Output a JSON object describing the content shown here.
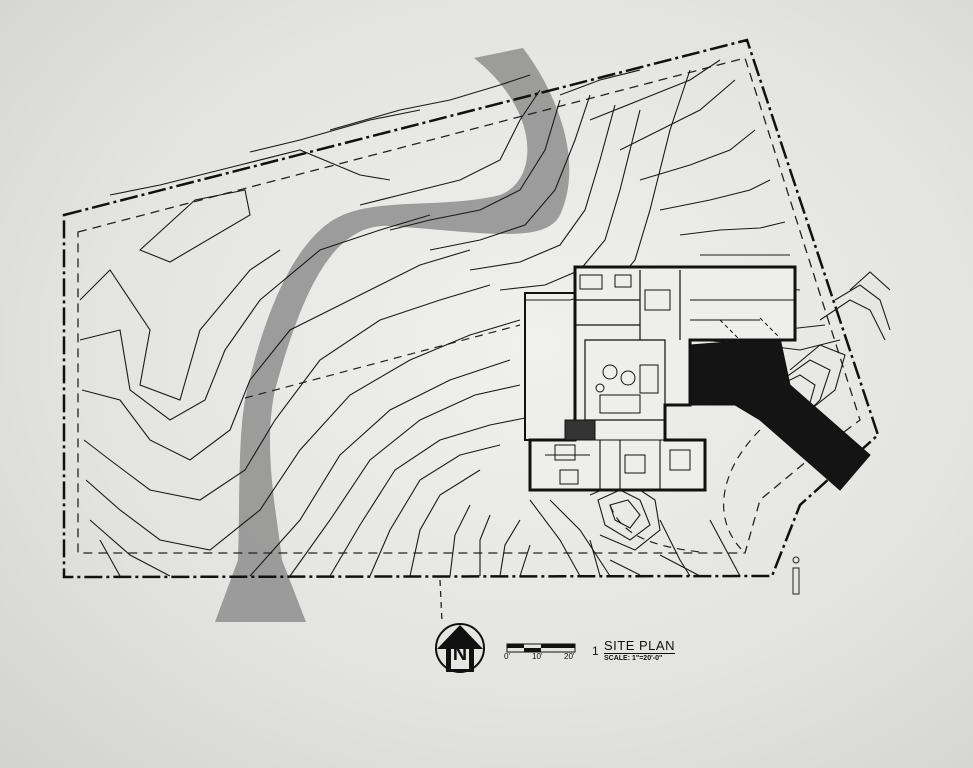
{
  "drawing": {
    "title": "SITE PLAN",
    "number": "1",
    "scale_text": "SCALE: 1\"=20'-0\"",
    "north_label": "N",
    "scale_ticks": [
      "0'",
      "10'",
      "20'"
    ]
  },
  "colors": {
    "paper": "#e6e6e4",
    "ink": "#111111",
    "path_fill": "#8e8e8e",
    "driveway": "#141414"
  }
}
